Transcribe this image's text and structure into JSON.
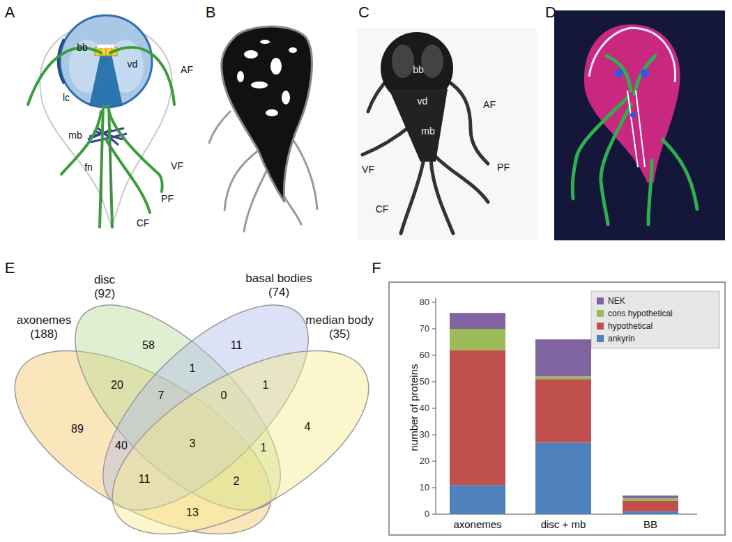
{
  "diagram": {
    "nodes": [
      {
        "text": [
          "axonemes (188)"
        ]
      },
      {
        "text": [
          "disc (92)"
        ]
      },
      {
        "text": [
          "basal bodies (74)"
        ]
      },
      {
        "text": [
          "median body (35)"
        ]
      }
    ],
    "labels": [
      "A",
      "B",
      "C",
      "D",
      "bb",
      "vd",
      "AF",
      "lc",
      "mb",
      "VF",
      "fn",
      "PF",
      "CF",
      "bb",
      "vd",
      "mb",
      "AF",
      "VF",
      "PF",
      "CF",
      "E",
      "F",
      "58",
      "11",
      "4",
      "89",
      "1",
      "1",
      "20",
      "7",
      "0",
      "1",
      "40",
      "3",
      "11",
      "2",
      "13",
      "number of proteins",
      "80",
      "70",
      "60",
      "50",
      "40",
      "30",
      "20",
      "10",
      "0",
      "axonemes",
      "disc + mb",
      "BB"
    ],
    "legend": [
      {
        "text": "NEK",
        "color": "#8064a2"
      },
      {
        "text": "cons hypothetical",
        "color": "#9bbb59"
      },
      {
        "text": "hypothetical",
        "color": "#c0504d"
      },
      {
        "text": "ankyrin",
        "color": "#4f81bd"
      }
    ]
  }
}
